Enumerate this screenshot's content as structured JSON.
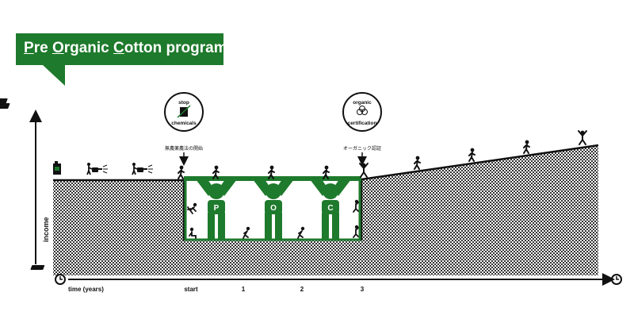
{
  "title": {
    "p": "P",
    "pre_rest": "re ",
    "o": "O",
    "organic_rest": "rganic ",
    "c": "C",
    "cotton_rest": "otton program"
  },
  "axes": {
    "y_label": "income",
    "x_label": "time (years)",
    "ticks": [
      "start",
      "1",
      "2",
      "3"
    ]
  },
  "badges": {
    "stop": {
      "line1": "stop",
      "line2": "chemicals",
      "caption": "無農薬農法の開始"
    },
    "organic": {
      "line1": "organic",
      "line2": "certification",
      "caption": "オーガニック認証"
    }
  },
  "supporters": [
    "P",
    "O",
    "C"
  ],
  "colors": {
    "green": "#1e7a2c",
    "ink": "#111111",
    "dots": "#333333"
  },
  "icons": [
    "money-high-icon",
    "money-low-icon",
    "clock-icon",
    "fuel-can-icon",
    "sprayer-icon",
    "walking-person-icon",
    "falling-person-icon",
    "cotton-icon"
  ]
}
